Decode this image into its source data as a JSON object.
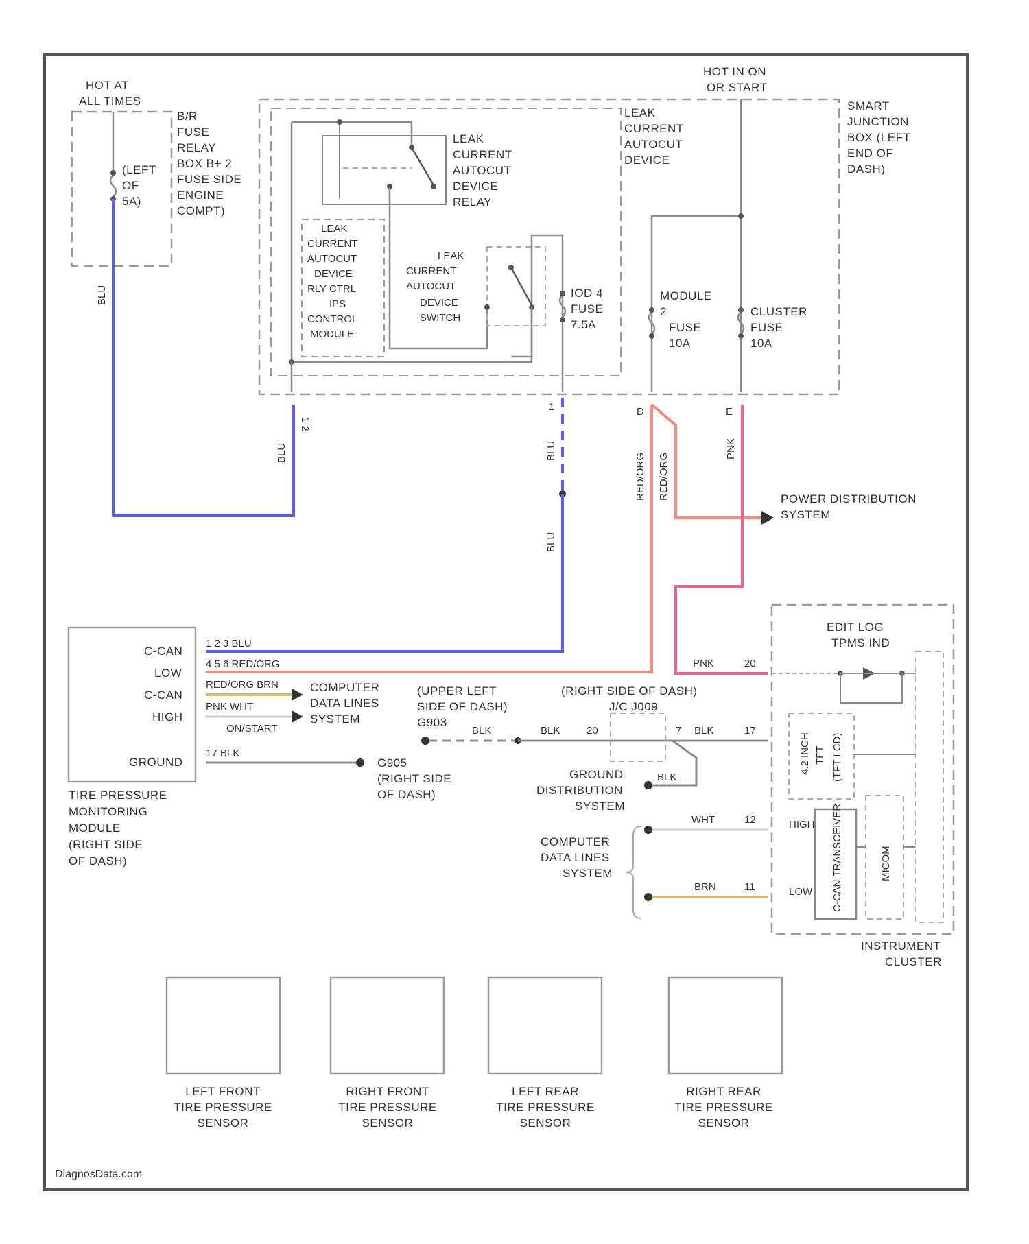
{
  "diagram": {
    "colors": {
      "frame": "#555555",
      "dashed_box": "#9a9a9a",
      "wire_gray": "#8a8a8a",
      "wire_blue": "#5b5bf5",
      "wire_orange": "#f58a7a",
      "wire_pink": "#f06292",
      "wire_tan": "#d9b870",
      "text": "#333333"
    },
    "fuse_relay_box": {
      "hot_label": [
        "HOT AT",
        "ALL TIMES"
      ],
      "name": [
        "B/R",
        "FUSE",
        "RELAY",
        "BOX B+ 2",
        "FUSE SIDE",
        "ENGINE",
        "COMPT)"
      ],
      "fuse_label": [
        "(LEFT",
        "OF",
        "5A)"
      ]
    },
    "leak_cutout_relay": [
      "LEAK",
      "CURRENT",
      "AUTOCUT",
      "DEVICE",
      "RELAY"
    ],
    "leak_cutout_device": [
      "LEAK",
      "CURRENT",
      "AUTOCUT",
      "DEVICE"
    ],
    "relay_ctrl": [
      "LEAK",
      "CURRENT",
      "AUTOCUT",
      "DEVICE",
      "RLY CTRL",
      "IPS",
      "CONTROL",
      "MODULE"
    ],
    "device_switch": [
      "LEAK",
      "CURRENT",
      "AUTOCUT",
      "DEVICE",
      "SWITCH"
    ],
    "fuse_iod": [
      "IOD 4",
      "FUSE",
      "7.5A"
    ],
    "hot_run": [
      "HOT IN ON",
      "OR START"
    ],
    "smart_junction": [
      "SMART",
      "JUNCTION",
      "BOX (LEFT",
      "END OF",
      "DASH)"
    ],
    "module_fuse": [
      "MODULE",
      "2",
      "FUSE",
      "10A"
    ],
    "cluster_fuse": [
      "CLUSTER",
      "FUSE",
      "10A"
    ],
    "power_distribution": [
      "POWER DISTRIBUTION",
      "SYSTEM"
    ],
    "tpms_module": {
      "pins": [
        "C-CAN",
        "LOW",
        "C-CAN",
        "HIGH",
        "GROUND"
      ],
      "name": [
        "TIRE PRESSURE",
        "MONITORING",
        "MODULE",
        "(RIGHT SIDE",
        "OF DASH)"
      ],
      "wires": [
        "1 2 3  BLU",
        "4 5 6  RED/ORG",
        "RED/ORG  BRN",
        "PNK   WHT",
        "ON/START",
        "17    BLK"
      ]
    },
    "computer_data_lines_1": [
      "COMPUTER",
      "DATA LINES",
      "SYSTEM"
    ],
    "computer_data_lines_2": [
      "COMPUTER",
      "DATA LINES",
      "SYSTEM"
    ],
    "ground_upper": [
      "(UPPER LEFT",
      "SIDE OF DASH)",
      "G903"
    ],
    "ground_right": [
      "(RIGHT SIDE OF DASH)",
      "J/C J009"
    ],
    "ground_g905": [
      "G905",
      "(RIGHT SIDE",
      "OF DASH)"
    ],
    "ground_distribution": [
      "GROUND",
      "DISTRIBUTION",
      "SYSTEM"
    ],
    "instrument_cluster": {
      "name": [
        "INSTRUMENT",
        "CLUSTER"
      ],
      "edit_logic": [
        "EDIT LOG",
        "TPMS IND"
      ],
      "cpu": [
        "4.2 INCH",
        "TFT",
        "(TFT LCD)"
      ],
      "transceiver": "C-CAN TRANSCEIVER",
      "module": "MICOM",
      "pins": [
        "HIGH",
        "LOW"
      ]
    },
    "wire_labels": {
      "blu_left": "BLU",
      "blu_mid_1": "BLU",
      "blu_mid_2": "BLU",
      "blu_bottom": "BLU",
      "red_org_1": "RED/ORG",
      "red_org_2": "RED/ORG",
      "pnk_top": "PNK",
      "pnk_cluster": "PNK",
      "blk_1": "BLK",
      "blk_2": "BLK",
      "blk_3": "BLK",
      "blk_4": "BLK",
      "wht": "WHT",
      "brn": "BRN"
    },
    "pin_numbers": {
      "p_tpms_a": "1 2",
      "p_iod": "1",
      "p_module_fuse": "D",
      "p_cluster_fuse": "E",
      "p_cluster_pnk": "20",
      "p_blk_20": "20",
      "p_blk_7": "7",
      "p_blk_17": "17",
      "p_wht_12": "12",
      "p_brn_11": "11"
    },
    "sensors": [
      [
        "LEFT FRONT",
        "TIRE PRESSURE",
        "SENSOR"
      ],
      [
        "RIGHT FRONT",
        "TIRE PRESSURE",
        "SENSOR"
      ],
      [
        "LEFT REAR",
        "TIRE PRESSURE",
        "SENSOR"
      ],
      [
        "RIGHT REAR",
        "TIRE PRESSURE",
        "SENSOR"
      ]
    ],
    "watermark": "DiagnosData.com"
  }
}
